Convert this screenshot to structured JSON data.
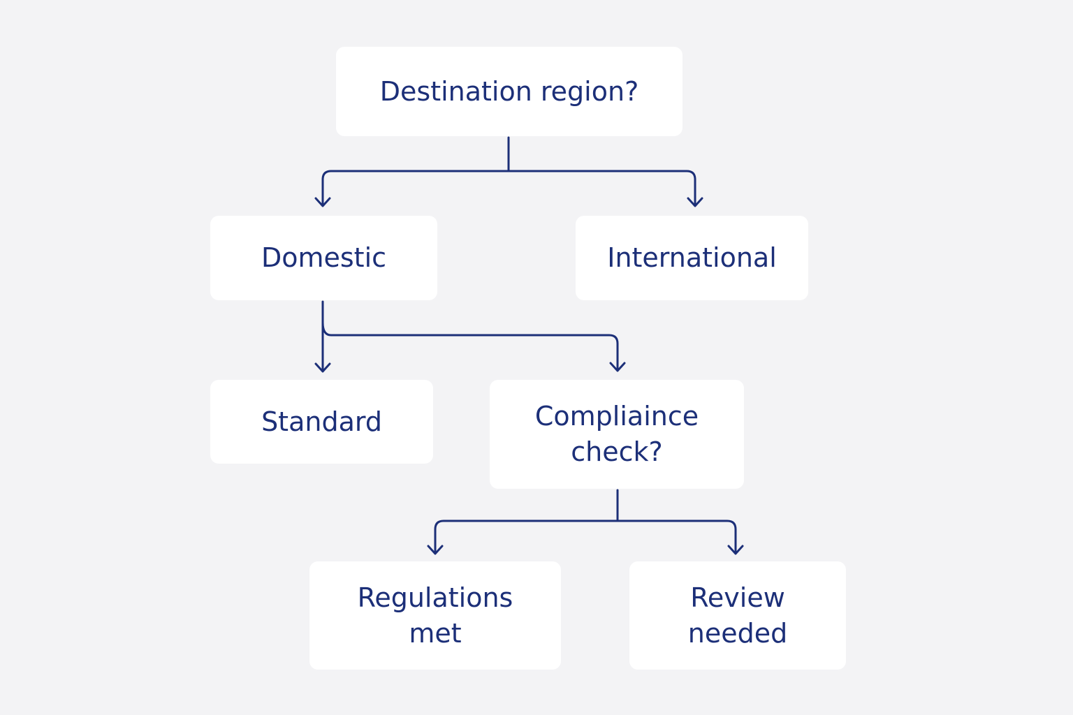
{
  "diagram": {
    "line_color": "#1c2f78",
    "node_fill": "#ffffff",
    "background": "#f3f3f5",
    "nodes": {
      "destination": "Destination region?",
      "domestic": "Domestic",
      "international": "International",
      "standard": "Standard",
      "compliance": "Compliaince\ncheck?",
      "regulations": "Regulations\nmet",
      "review": "Review\nneeded"
    },
    "edges": [
      {
        "from": "destination",
        "to": "domestic"
      },
      {
        "from": "destination",
        "to": "international"
      },
      {
        "from": "domestic",
        "to": "standard"
      },
      {
        "from": "domestic",
        "to": "compliance"
      },
      {
        "from": "compliance",
        "to": "regulations"
      },
      {
        "from": "compliance",
        "to": "review"
      }
    ]
  }
}
